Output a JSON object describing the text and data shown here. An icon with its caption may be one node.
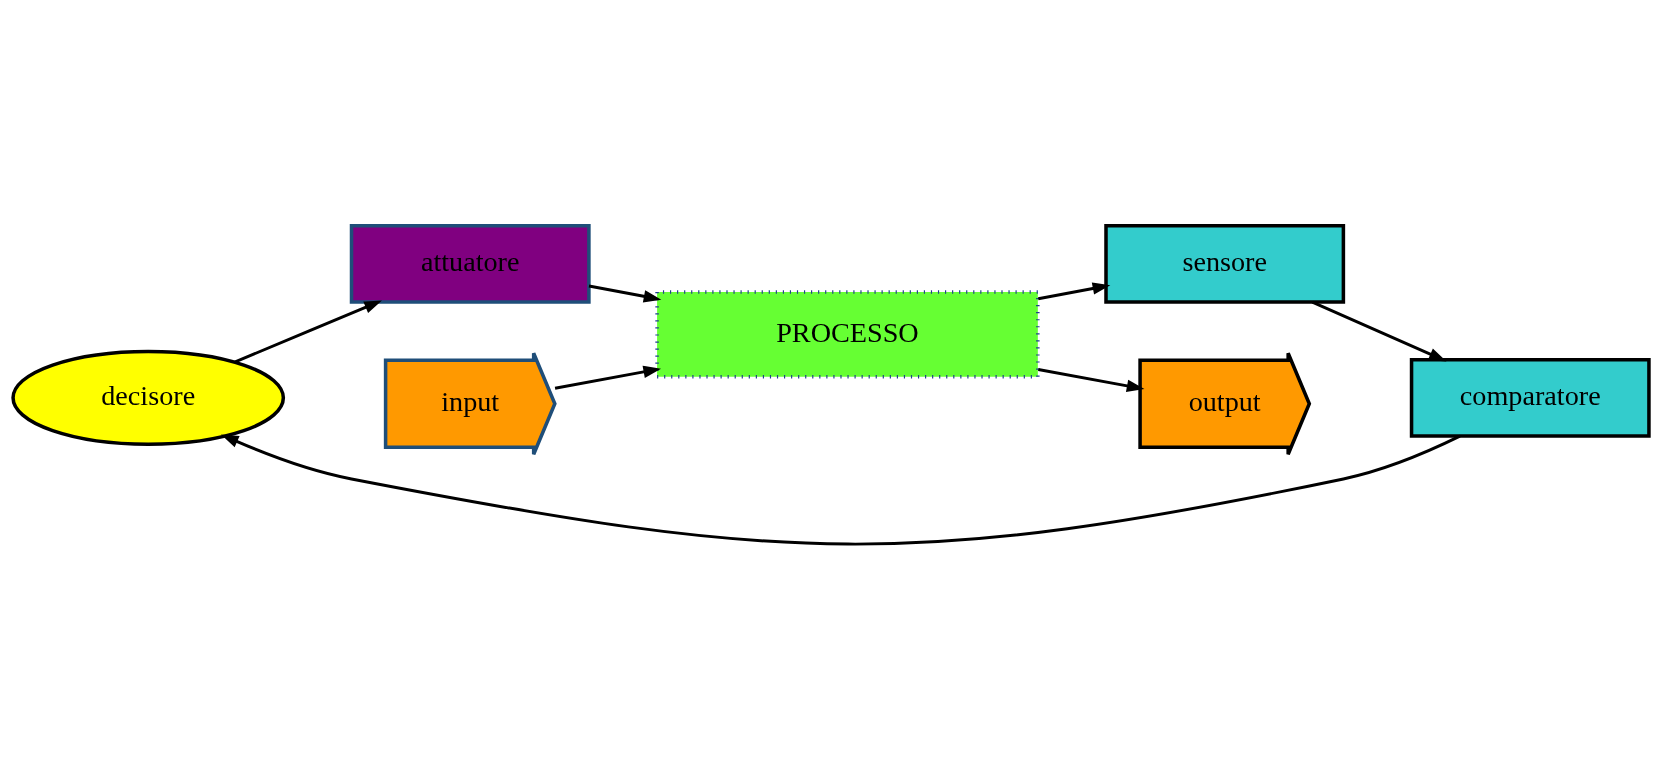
{
  "diagram": {
    "nodes": [
      {
        "text": [
          "decisore"
        ]
      },
      {
        "text": [
          "comparatore"
        ]
      },
      {
        "text": [
          "attuatore"
        ]
      },
      {
        "text": [
          "sensore"
        ]
      },
      {
        "text": [
          "input"
        ]
      },
      {
        "text": [
          "PROCESSO"
        ]
      },
      {
        "text": [
          "output"
        ]
      }
    ],
    "edges": [
      {
        "from": 0,
        "to": 2,
        "arrow": "to"
      },
      {
        "from": 1,
        "to": 0,
        "arrow": "to"
      },
      {
        "from": 3,
        "to": 1,
        "arrow": "to"
      },
      {
        "from": 2,
        "to": 5,
        "arrow": "to"
      },
      {
        "from": 4,
        "to": 5,
        "arrow": "to"
      },
      {
        "from": 5,
        "to": 3,
        "arrow": "to"
      },
      {
        "from": 5,
        "to": 6,
        "arrow": "to"
      }
    ]
  }
}
